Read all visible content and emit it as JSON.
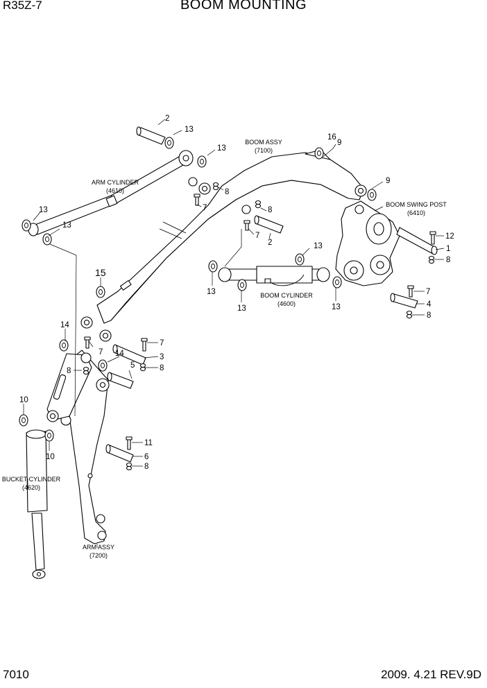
{
  "header": {
    "model": "R35Z-7",
    "title": "BOOM MOUNTING"
  },
  "footer": {
    "page_number": "7010",
    "date_rev": "2009. 4.21  REV.9D"
  },
  "assemblies": {
    "boom_assy": {
      "name": "BOOM ASSY",
      "code": "(7100)"
    },
    "arm_cylinder": {
      "name": "ARM CYLINDER",
      "code": "(4610)"
    },
    "boom_swing_post": {
      "name": "BOOM SWING POST",
      "code": "(6410)"
    },
    "boom_cylinder": {
      "name": "BOOM CYLINDER",
      "code": "(4600)"
    },
    "bucket_cylinder": {
      "name": "BUCKET CYLINDER",
      "code": "(4620)"
    },
    "arm_assy": {
      "name": "ARM ASSY",
      "code": "(7200)"
    }
  },
  "callouts": {
    "c1": "1",
    "c2a": "2",
    "c2b": "2",
    "c3": "3",
    "c4": "4",
    "c5": "5",
    "c6": "6",
    "c7a": "7",
    "c7b": "7",
    "c7c": "7",
    "c7d": "7",
    "c7e": "7",
    "c8a": "8",
    "c8b": "8",
    "c8c": "8",
    "c8d": "8",
    "c8e": "8",
    "c8f": "8",
    "c8g": "8",
    "c9a": "9",
    "c9b": "9",
    "c10a": "10",
    "c10b": "10",
    "c11": "11",
    "c12": "12",
    "c13a": "13",
    "c13b": "13",
    "c13c": "13",
    "c13d": "13",
    "c13e": "13",
    "c13f": "13",
    "c13g": "13",
    "c13h": "13",
    "c14a": "14",
    "c14b": "14",
    "c15": "15",
    "c16": "16"
  }
}
